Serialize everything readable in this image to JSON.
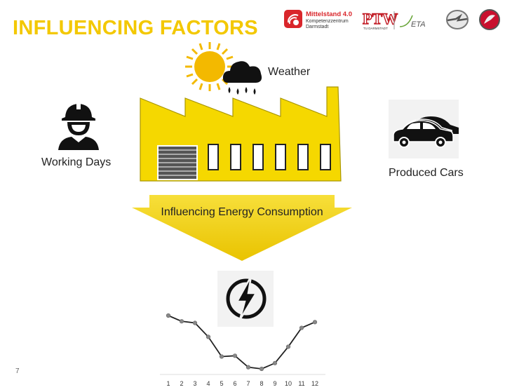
{
  "slide": {
    "title": "INFLUENCING FACTORS",
    "page_number": "7"
  },
  "logos": {
    "mittelstand_line1": "Mittelstand 4.0",
    "mittelstand_line2": "Kompetenzzentrum",
    "mittelstand_line3": "Darmstadt",
    "ptw_text": "PTW",
    "ptw_sub": "TU DARMSTADT",
    "eta_text": "ETA"
  },
  "labels": {
    "weather": "Weather",
    "working_days": "Working Days",
    "produced_cars": "Produced Cars",
    "influencing": "Influencing Energy Consumption"
  },
  "colors": {
    "title": "#f3c800",
    "factory": "#f5d800",
    "arrow": "#f0cf00",
    "logo_red": "#d9262b"
  },
  "chart_data": {
    "type": "line",
    "x": [
      1,
      2,
      3,
      4,
      5,
      6,
      7,
      8,
      9,
      10,
      11,
      12
    ],
    "values": [
      10,
      9.3,
      9.1,
      7.4,
      5.0,
      5.1,
      3.7,
      3.5,
      4.2,
      6.2,
      8.5,
      9.2
    ],
    "xlabel": "",
    "ylabel": ""
  }
}
